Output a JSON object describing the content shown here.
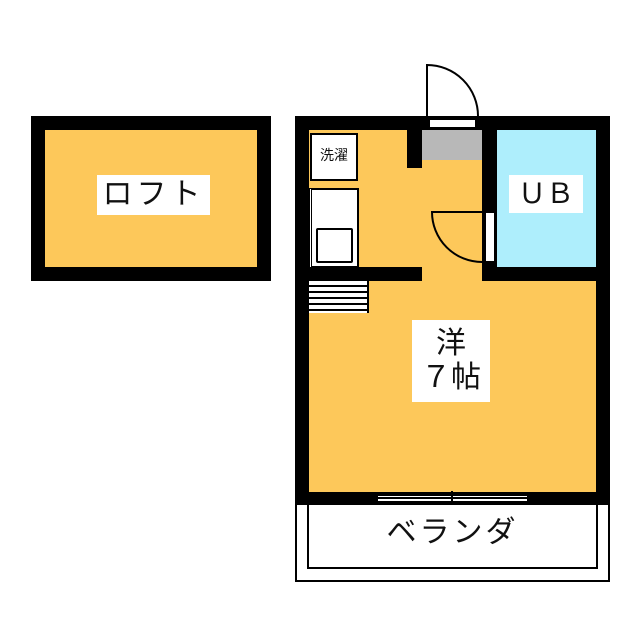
{
  "colors": {
    "room": "#fdc85a",
    "bath": "#aeeefc",
    "genkan": "#b8b8b8",
    "wall": "#000000"
  },
  "rooms": {
    "loft": {
      "label": "ロフト"
    },
    "unit_bath": {
      "label": "ＵＢ"
    },
    "western_room": {
      "label_line1": "洋",
      "label_line2": "７帖"
    },
    "laundry": {
      "label": "洗濯"
    },
    "balcony": {
      "label": "ベランダ"
    }
  }
}
